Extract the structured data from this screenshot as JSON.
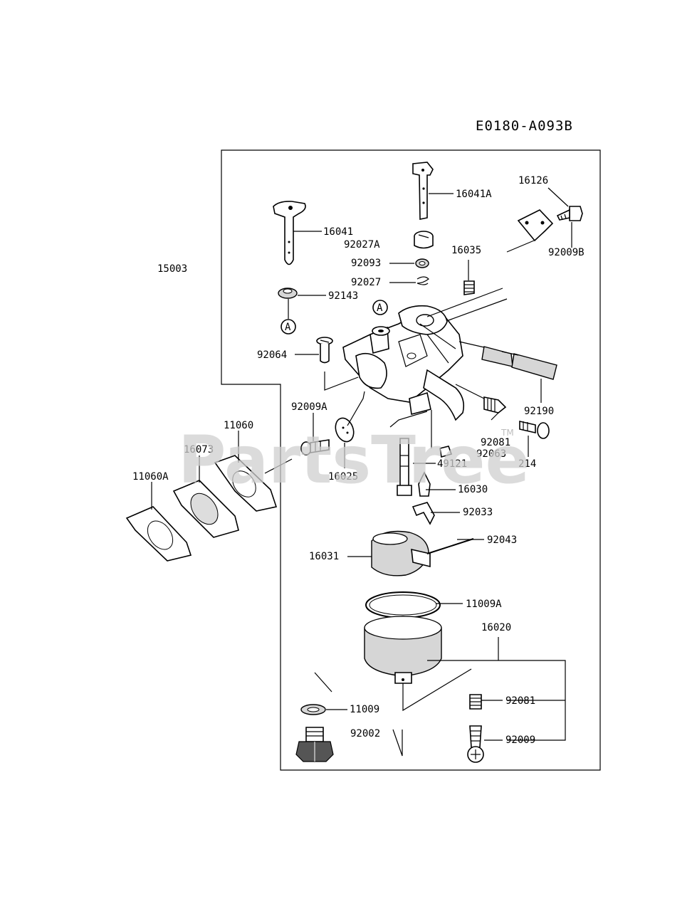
{
  "diagram_code": "E0180-A093B",
  "watermark": {
    "text": "PartsTree",
    "trademark": "TM"
  },
  "callout_marker": "A",
  "labels": {
    "p15003": "15003",
    "p16041A": "16041A",
    "p16126": "16126",
    "p16041": "16041",
    "p92027A": "92027A",
    "p92009B": "92009B",
    "p16035": "16035",
    "p92093": "92093",
    "p92027": "92027",
    "p92143": "92143",
    "p92064": "92064",
    "p92190": "92190",
    "p92009A": "92009A",
    "p11060": "11060",
    "p16073": "16073",
    "p11060A": "11060A",
    "p92081a": "92081",
    "p92063": "92063",
    "p214": "214",
    "p16025": "16025",
    "p49121": "49121",
    "p16030": "16030",
    "p92033": "92033",
    "p92043": "92043",
    "p16031": "16031",
    "p11009A": "11009A",
    "p16020": "16020",
    "p92081b": "92081",
    "p11009": "11009",
    "p92002": "92002",
    "p92009": "92009"
  }
}
